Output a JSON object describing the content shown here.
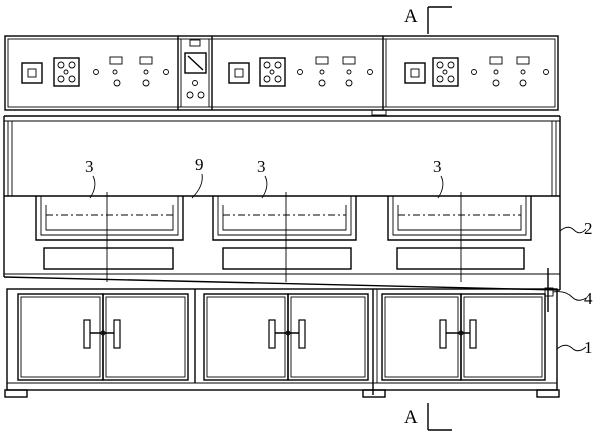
{
  "section_marks": {
    "top": "A",
    "bottom": "A"
  },
  "labels": {
    "tank_left": "3",
    "tank_mid": "3",
    "tank_right": "3",
    "partition": "9",
    "middle_body": "2",
    "top_frame": "4",
    "base_cabinet": "1"
  }
}
